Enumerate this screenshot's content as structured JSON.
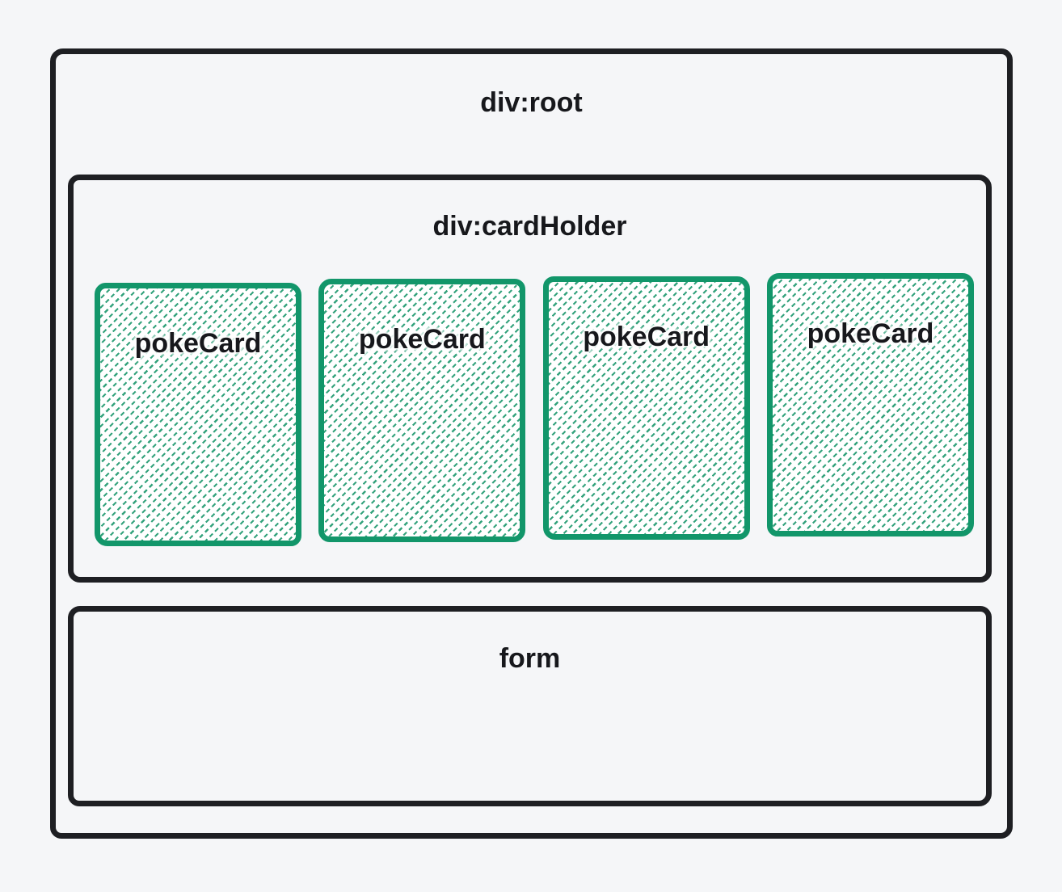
{
  "diagram": {
    "root": {
      "label": "div:root"
    },
    "card_holder": {
      "label": "div:cardHolder"
    },
    "cards": [
      {
        "label": "pokeCard"
      },
      {
        "label": "pokeCard"
      },
      {
        "label": "pokeCard"
      },
      {
        "label": "pokeCard"
      }
    ],
    "form": {
      "label": "form"
    }
  },
  "colors": {
    "background": "#f5f6f8",
    "box_border": "#1e1f23",
    "text": "#17181c",
    "card_border": "#12966a",
    "card_hatch": "#35a37d",
    "card_fill": "#ffffff"
  }
}
